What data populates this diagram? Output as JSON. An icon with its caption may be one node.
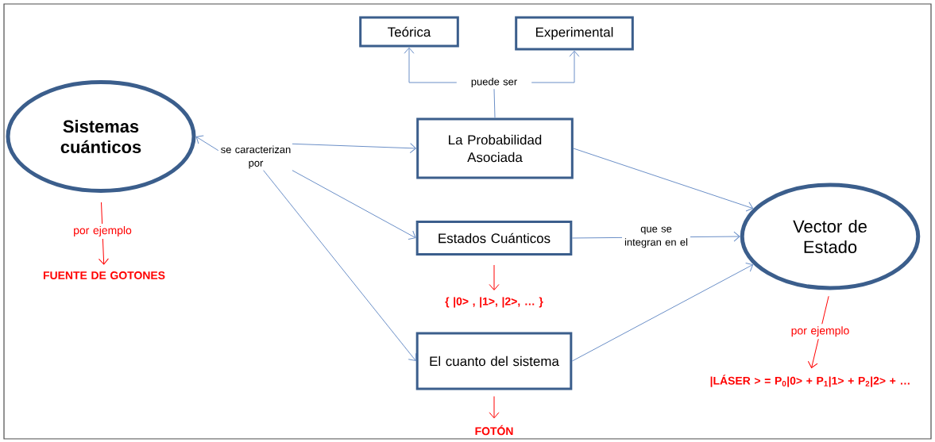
{
  "diagram": {
    "nodes": [
      {
        "text": [
          "Sistemas cuánticos"
        ]
      },
      {
        "text": [
          "se caracterizan por"
        ]
      },
      {
        "text": [
          "Teórica"
        ]
      },
      {
        "text": [
          "Experimental"
        ]
      },
      {
        "text": [
          "puede ser"
        ]
      },
      {
        "text": [
          "La Probabilidad Asociada"
        ]
      },
      {
        "text": [
          "Estados Cuánticos"
        ]
      },
      {
        "text": [
          "El cuanto del sistema"
        ]
      },
      {
        "text": [
          "Vector de Estado"
        ]
      },
      {
        "text": [
          "FUENTE DE GOTONES"
        ]
      },
      {
        "text": [
          "{ |0> ,  |1>, |2>, … }"
        ]
      },
      {
        "text": [
          "FOTÓN"
        ]
      },
      {
        "text": [
          "|LÁSER > =  P$_{0}$|0> + P$_{1}$|1> + P$_{2}$|2> + …"
        ]
      }
    ],
    "edges": [
      {
        "from": 1,
        "to": 0,
        "arrow": "to"
      },
      {
        "from": 1,
        "to": 5,
        "arrow": "to"
      },
      {
        "from": 1,
        "to": 6,
        "arrow": "to"
      },
      {
        "from": 1,
        "to": 7,
        "arrow": "to"
      },
      {
        "from": 5,
        "to": 4,
        "arrow": "none"
      },
      {
        "from": 4,
        "to": 2,
        "arrow": "to"
      },
      {
        "from": 4,
        "to": 3,
        "arrow": "to"
      },
      {
        "from": 5,
        "to": 8,
        "arrow": "to"
      },
      {
        "from": 6,
        "to": 8,
        "arrow": "to",
        "label": "que se integran en el"
      },
      {
        "from": 7,
        "to": 8,
        "arrow": "to"
      },
      {
        "from": 0,
        "to": 9,
        "arrow": "to",
        "label": "por ejemplo",
        "color": "#ff0000"
      },
      {
        "from": 6,
        "to": 10,
        "arrow": "to",
        "color": "#ff0000"
      },
      {
        "from": 7,
        "to": 11,
        "arrow": "to",
        "color": "#ff0000"
      },
      {
        "from": 8,
        "to": 12,
        "arrow": "to",
        "label": "por ejemplo",
        "color": "#ff0000"
      }
    ]
  }
}
